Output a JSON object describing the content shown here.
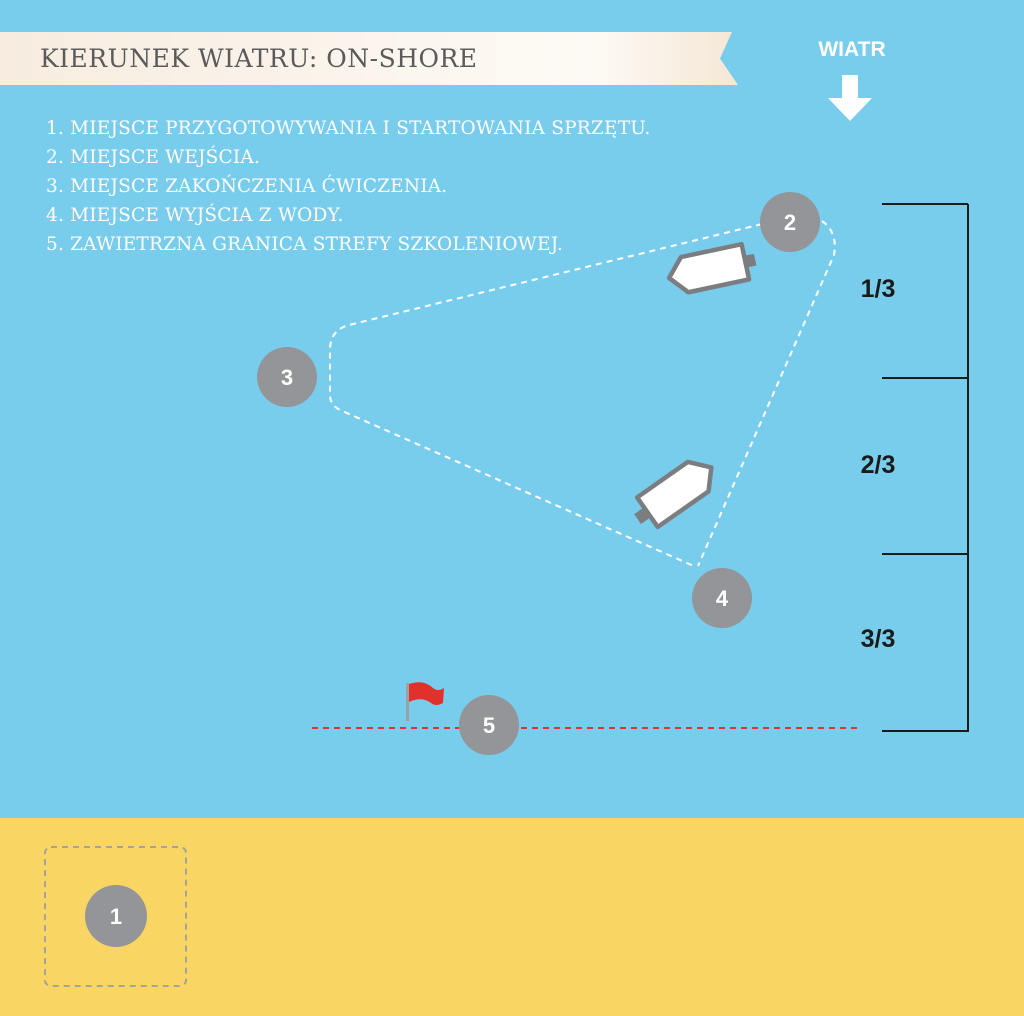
{
  "header": {
    "title": "KIERUNEK WIATRU: ON-SHORE"
  },
  "legend": {
    "items": [
      "1. MIEJSCE PRZYGOTOWYWANIA I STARTOWANIA SPRZĘTU.",
      "2. MIEJSCE WEJŚCIA.",
      "3. MIEJSCE ZAKOŃCZENIA ĆWICZENIA.",
      "4. MIEJSCE WYJŚCIA Z WODY.",
      "5. ZAWIETRZNA GRANICA STREFY SZKOLENIOWEJ."
    ]
  },
  "wind": {
    "label": "WIATR",
    "icon": "arrow-down-icon"
  },
  "scale": {
    "labels": [
      "1/3",
      "2/3",
      "3/3"
    ]
  },
  "markers": {
    "m1": "1",
    "m2": "2",
    "m3": "3",
    "m4": "4",
    "m5": "5"
  },
  "colors": {
    "sea": "#79cdec",
    "sand": "#f9d564",
    "marker": "#939598",
    "route": "#ffffff",
    "boundary": "#e0312b",
    "flag": "#e0312b",
    "banner": "#f7ece0"
  }
}
